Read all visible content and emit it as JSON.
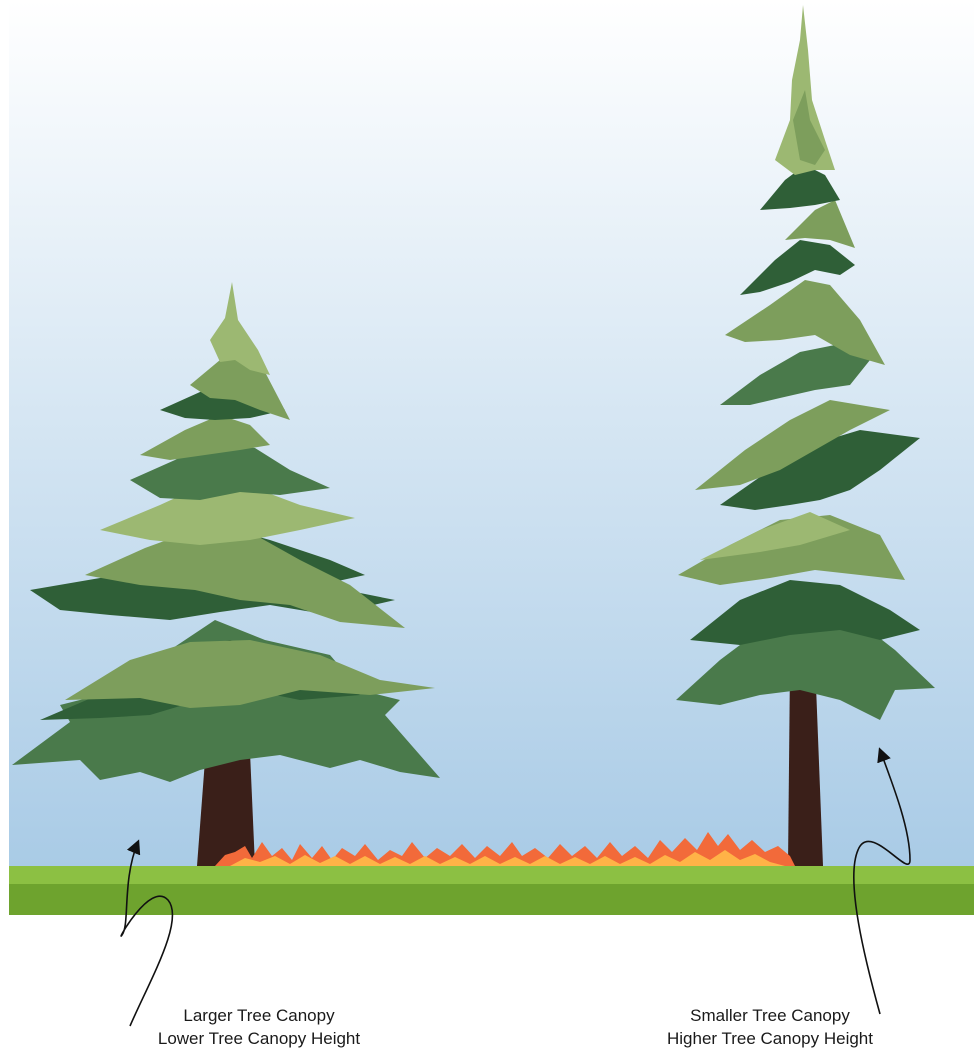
{
  "colors": {
    "sky_top": "#ffffff",
    "sky_bottom": "#a9cbe6",
    "grass_light": "#8cc043",
    "grass_dark": "#6ea32e",
    "foliage_dark": "#2f5f37",
    "foliage_mid": "#4a7a4b",
    "foliage_light": "#7d9e5c",
    "foliage_pale": "#9cb872",
    "trunk": "#3a1f19",
    "fire_outer": "#f26a3a",
    "fire_inner": "#ffb347",
    "arrow": "#111111"
  },
  "labels": {
    "left": {
      "line1": "Larger Tree Canopy",
      "line2": "Lower Tree Canopy Height"
    },
    "right": {
      "line1": "Smaller Tree Canopy",
      "line2": "Higher Tree Canopy Height"
    }
  }
}
